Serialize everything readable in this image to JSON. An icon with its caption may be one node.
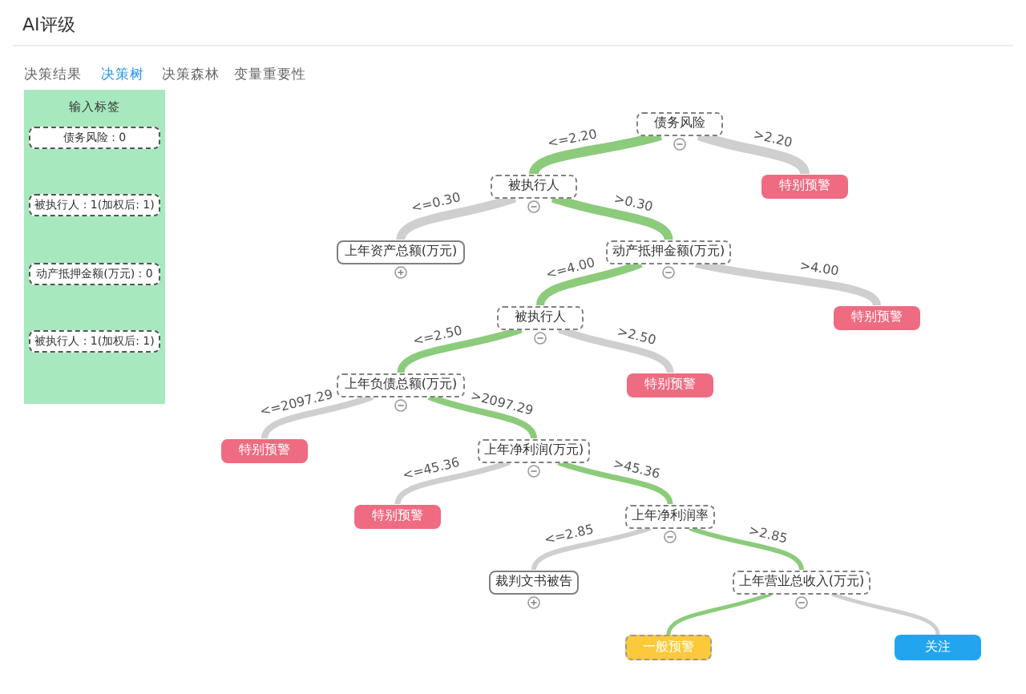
{
  "diagram": {
    "title": "AI评级",
    "nodes": [
      {
        "text": [
          "输入标签"
        ]
      },
      {
        "text": [
          "债务风险 : 0"
        ],
        "in": 0
      },
      {
        "text": [
          "被执行人 : 1(加权后: 1)"
        ],
        "in": 0
      },
      {
        "text": [
          "动产抵押金额(万元) : 0"
        ],
        "in": 0
      },
      {
        "text": [
          "被执行人 : 1(加权后: 1)"
        ],
        "in": 0
      },
      {
        "text": [
          "债务风险"
        ]
      },
      {
        "text": [
          "被执行人"
        ]
      },
      {
        "text": [
          "特别预警"
        ]
      },
      {
        "text": [
          "上年资产总额(万元)"
        ]
      },
      {
        "text": [
          "动产抵押金额(万元)"
        ]
      },
      {
        "text": [
          "被执行人"
        ]
      },
      {
        "text": [
          "特别预警"
        ]
      },
      {
        "text": [
          "上年负债总额(万元)"
        ]
      },
      {
        "text": [
          "特别预警"
        ]
      },
      {
        "text": [
          "特别预警"
        ]
      },
      {
        "text": [
          "上年净利润(万元)"
        ]
      },
      {
        "text": [
          "特别预警"
        ]
      },
      {
        "text": [
          "上年净利润率"
        ]
      },
      {
        "text": [
          "裁判文书被告"
        ]
      },
      {
        "text": [
          "上年营业总收入(万元)"
        ]
      },
      {
        "text": [
          "一般预警"
        ]
      },
      {
        "text": [
          "关注"
        ]
      }
    ],
    "edges": [
      {
        "from": 5,
        "to": 6,
        "arrow": "none",
        "label": "<=2.20",
        "color": "#8ccb7b"
      },
      {
        "from": 5,
        "to": 7,
        "arrow": "none",
        "label": ">2.20"
      },
      {
        "from": 6,
        "to": 8,
        "arrow": "none",
        "label": "<=0.30"
      },
      {
        "from": 6,
        "to": 9,
        "arrow": "none",
        "label": ">0.30",
        "color": "#8ccb7b"
      },
      {
        "from": 9,
        "to": 10,
        "arrow": "none",
        "label": "<=4.00",
        "color": "#8ccb7b"
      },
      {
        "from": 9,
        "to": 11,
        "arrow": "none",
        "label": ">4.00"
      },
      {
        "from": 10,
        "to": 12,
        "arrow": "none",
        "label": "<=2.50",
        "color": "#8ccb7b"
      },
      {
        "from": 10,
        "to": 13,
        "arrow": "none",
        "label": ">2.50"
      },
      {
        "from": 12,
        "to": 14,
        "arrow": "none",
        "label": "<=2097.29"
      },
      {
        "from": 12,
        "to": 15,
        "arrow": "none",
        "label": ">2097.29",
        "color": "#8ccb7b"
      },
      {
        "from": 15,
        "to": 16,
        "arrow": "none",
        "label": "<=45.36"
      },
      {
        "from": 15,
        "to": 17,
        "arrow": "none",
        "label": ">45.36",
        "color": "#8ccb7b"
      },
      {
        "from": 17,
        "to": 18,
        "arrow": "none",
        "label": "<=2.85"
      },
      {
        "from": 17,
        "to": 19,
        "arrow": "none",
        "label": ">2.85",
        "color": "#8ccb7b"
      },
      {
        "from": 19,
        "to": 20,
        "arrow": "none",
        "color": "#8ccb7b"
      },
      {
        "from": 19,
        "to": 21,
        "arrow": "none"
      }
    ],
    "labels": [
      "决策结果",
      "决策树",
      "决策森林",
      "变量重要性"
    ]
  }
}
